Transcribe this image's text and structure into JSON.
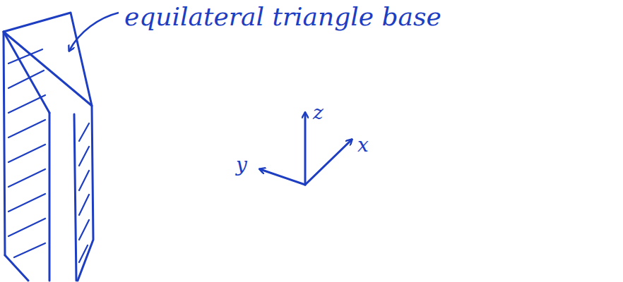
{
  "diagram": {
    "labels": [
      "equilateral triangle base",
      "z",
      "y",
      "x"
    ]
  }
}
